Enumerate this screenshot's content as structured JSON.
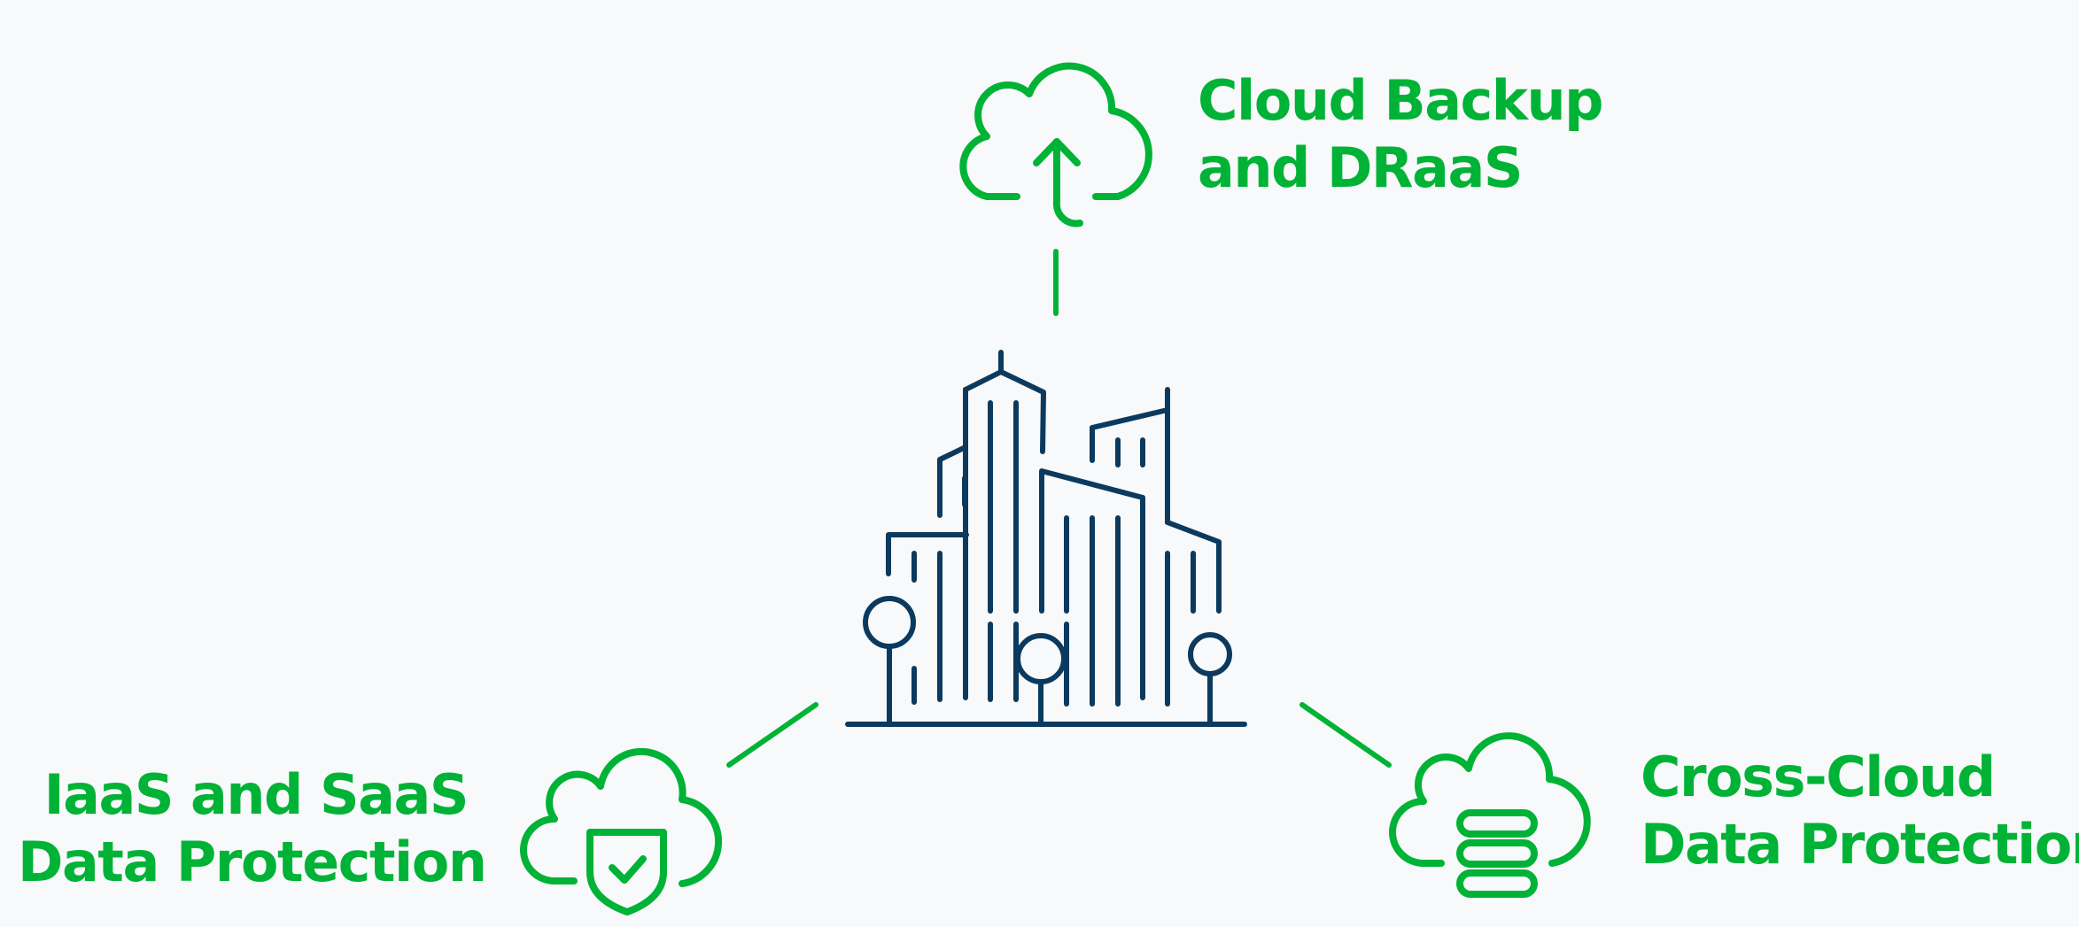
{
  "colors": {
    "accent": "#00b336",
    "building": "#0b3a5e",
    "background": "#f8f9fa"
  },
  "center": {
    "icon": "city-buildings-icon"
  },
  "nodes": [
    {
      "icon": "cloud-upload-icon",
      "lines": [
        "Cloud Backup",
        "and DRaaS"
      ]
    },
    {
      "icon": "cloud-shield-icon",
      "lines": [
        "IaaS and SaaS",
        "Data Protection"
      ]
    },
    {
      "icon": "cloud-server-icon",
      "lines": [
        "Cross-Cloud",
        "Data Protection"
      ]
    }
  ]
}
